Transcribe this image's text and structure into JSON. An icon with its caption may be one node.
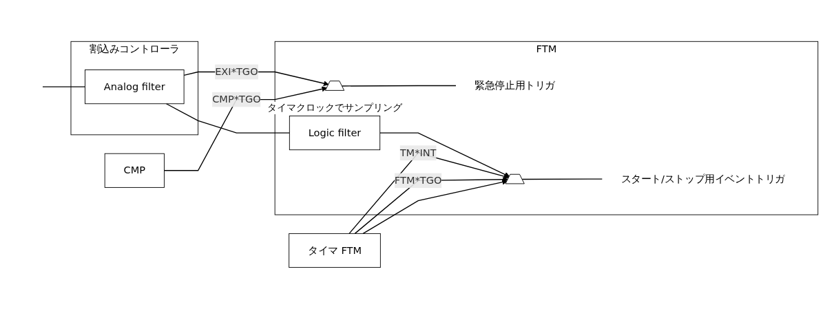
{
  "diagram": {
    "nodes": [
      {
        "text": [
          "割込みコントローラ"
        ]
      },
      {
        "text": [
          "Analog filter"
        ],
        "in": 0
      },
      {
        "text": [
          "FTM"
        ]
      },
      {
        "text": [],
        "shape": "trapezoid",
        "in": 2
      },
      {
        "text": [
          "緊急停止用トリガ"
        ],
        "in": 2
      },
      {
        "text": [
          "CMP"
        ]
      },
      {
        "text": [
          "Logic filter"
        ],
        "beside": [
          "タイマクロックでサンプリング"
        ],
        "in": 2
      },
      {
        "text": [],
        "shape": "trapezoid",
        "in": 2
      },
      {
        "text": [
          "スタート/ストップ用イベントトリガ"
        ],
        "in": 2
      },
      {
        "text": [
          "タイマ FTM"
        ]
      }
    ],
    "edges": [
      {
        "from": null,
        "to": 1,
        "arrow": "none"
      },
      {
        "from": 1,
        "to": 3,
        "arrow": "to",
        "label": "EXI*TGO"
      },
      {
        "from": 1,
        "to": 6,
        "arrow": "none"
      },
      {
        "from": 5,
        "to": 3,
        "arrow": "to",
        "label": "CMP*TGO"
      },
      {
        "from": 6,
        "to": 7,
        "arrow": "to"
      },
      {
        "from": 9,
        "to": 7,
        "arrow": "to",
        "label": "TM*INT"
      },
      {
        "from": 9,
        "to": 7,
        "arrow": "to",
        "label": "FTM*TGO"
      },
      {
        "from": 9,
        "to": 7,
        "arrow": "to"
      },
      {
        "from": 3,
        "to": 4,
        "arrow": "none"
      },
      {
        "from": 7,
        "to": 8,
        "arrow": "none"
      }
    ]
  }
}
